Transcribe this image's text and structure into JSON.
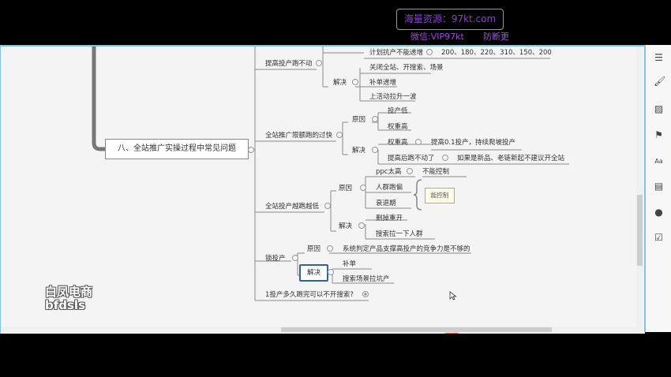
{
  "watermark": {
    "site": "海量资源：97kt.com",
    "wechat": "微信:VIP97kt",
    "note": "防断更"
  },
  "brand": {
    "line1": "白凤电商",
    "line2": "bfdsls"
  },
  "mindmap": {
    "root": "八、全站推广实操过程中常见问题",
    "t1": {
      "title": "提高投产跑不动",
      "c1": "计划抗产不能递增",
      "c1_values": "200、180、220、310、150、200",
      "solve": "解决",
      "s1": "关闭全站、开搜索、场景",
      "s2": "补单递增",
      "s3": "上活动拉升一波"
    },
    "t2": {
      "title": "全站推广限额跑的过快",
      "reason": "原因",
      "r1": "投产低",
      "r2": "权重高",
      "solve": "解决",
      "s1": "权重高",
      "s1_detail": "提高0.1投产，持续爬坡投产",
      "s2": "提高后跑不动了",
      "s2_detail": "如果是新品、老链新起不建议开全站"
    },
    "t3": {
      "title": "全站投产越跑越低",
      "reason": "原因",
      "r1": "ppc太高",
      "r1_detail": "不能控制",
      "r2": "人群跑偏",
      "r3": "衰退期",
      "summary": "能控制",
      "solve": "解决",
      "s1": "删掉重开",
      "s2": "搜索拉一下人群"
    },
    "t4": {
      "title": "锁投产",
      "reason": "原因",
      "reason_detail": "系统判定产品支撑高投产的竞争力是不够的",
      "solve": "解决",
      "s1": "补单",
      "s2": "搜索场景拉坑产"
    },
    "t5": {
      "title": "1投产多久跑完可以不开搜索?"
    }
  },
  "sidebar_icons": [
    "outline-icon",
    "format-brush-icon",
    "image-icon",
    "flag-icon",
    "label-icon",
    "note-icon",
    "comment-icon",
    "task-icon"
  ]
}
